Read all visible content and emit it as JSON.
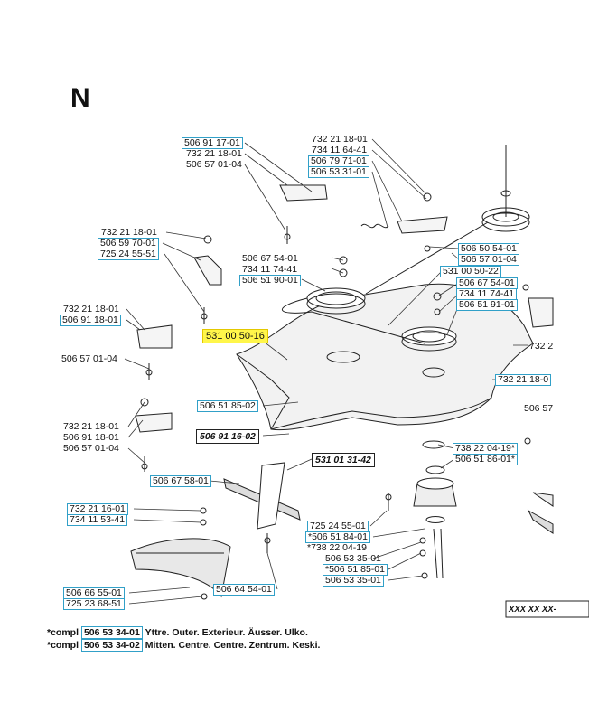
{
  "section_letter": "N",
  "colors": {
    "link_border": "#31a0c8",
    "highlight_fill": "#fff64a",
    "highlight_border": "#e3c800"
  },
  "labels": [
    {
      "id": "l01",
      "text": "506 91 17-01",
      "link": true
    },
    {
      "id": "l02",
      "text": "732 21 18-01",
      "link": false
    },
    {
      "id": "l03",
      "text": "506 57 01-04",
      "link": false
    },
    {
      "id": "l04",
      "text": "732 21 18-01",
      "link": false
    },
    {
      "id": "l05",
      "text": "734 11 64-41",
      "link": false
    },
    {
      "id": "l06",
      "text": "506 79 71-01",
      "link": true
    },
    {
      "id": "l07",
      "text": "506 53 31-01",
      "link": true
    },
    {
      "id": "l08",
      "text": "732 21 18-01",
      "link": false
    },
    {
      "id": "l09",
      "text": "506 59 70-01",
      "link": true
    },
    {
      "id": "l10",
      "text": "725 24 55-51",
      "link": true
    },
    {
      "id": "l11",
      "text": "506 67 54-01",
      "link": false
    },
    {
      "id": "l12",
      "text": "734 11 74-41",
      "link": false
    },
    {
      "id": "l13",
      "text": "506 51 90-01",
      "link": true
    },
    {
      "id": "l14",
      "text": "506 50 54-01",
      "link": true
    },
    {
      "id": "l15",
      "text": "506 57 01-04",
      "link": true
    },
    {
      "id": "l16",
      "text": "531 00 50-22",
      "link": true
    },
    {
      "id": "l17",
      "text": "506 67 54-01",
      "link": true
    },
    {
      "id": "l18",
      "text": "734 11 74-41",
      "link": true
    },
    {
      "id": "l19",
      "text": "506 51 91-01",
      "link": true
    },
    {
      "id": "l20",
      "text": "732 21 18-01",
      "link": false
    },
    {
      "id": "l21",
      "text": "506 91 18-01",
      "link": true
    },
    {
      "id": "l22",
      "text": "531 00 50-16",
      "link": false
    },
    {
      "id": "l23",
      "text": "732 2",
      "link": false
    },
    {
      "id": "l24",
      "text": "506 57 01-04",
      "link": false
    },
    {
      "id": "l25",
      "text": "732 21 18-0",
      "link": true
    },
    {
      "id": "l26",
      "text": "506 51 85-02",
      "link": true
    },
    {
      "id": "l27",
      "text": "506 57",
      "link": false
    },
    {
      "id": "l28",
      "text": "732 21 18-01",
      "link": false
    },
    {
      "id": "l29",
      "text": "506 91 18-01",
      "link": false
    },
    {
      "id": "l30",
      "text": "506 57 01-04",
      "link": false
    },
    {
      "id": "l31",
      "text": "506 91 16-02",
      "link": false
    },
    {
      "id": "l32",
      "text": "738 22 04-19*",
      "link": true
    },
    {
      "id": "l33",
      "text": "506 51 86-01*",
      "link": true
    },
    {
      "id": "l34",
      "text": "531 01 31-42",
      "link": false
    },
    {
      "id": "l35",
      "text": "506 67 58-01",
      "link": true
    },
    {
      "id": "l36",
      "text": "732 21 16-01",
      "link": true
    },
    {
      "id": "l37",
      "text": "734 11 53-41",
      "link": true
    },
    {
      "id": "l38",
      "text": "725 24 55-01",
      "link": true
    },
    {
      "id": "l39",
      "text": "*506 51 84-01",
      "link": true
    },
    {
      "id": "l40",
      "text": "*738 22 04-19",
      "link": false
    },
    {
      "id": "l41",
      "text": "506 53 35-01",
      "link": false
    },
    {
      "id": "l42",
      "text": "*506 51 85-01",
      "link": true
    },
    {
      "id": "l43",
      "text": "506 53 35-01",
      "link": true
    },
    {
      "id": "l44",
      "text": "506 66 55-01",
      "link": true
    },
    {
      "id": "l45",
      "text": "725 23 68-51",
      "link": true
    },
    {
      "id": "l46",
      "text": "506 64 54-01",
      "link": true
    },
    {
      "id": "l47",
      "text": "XXX XX XX-",
      "link": false
    }
  ],
  "footnotes": [
    {
      "prefix": "*compl",
      "part": "506 53 34-01",
      "desc": "Yttre. Outer. Exterieur. Äusser. Ulko."
    },
    {
      "prefix": "*compl",
      "part": "506 53 34-02",
      "desc": "Mitten. Centre. Centre. Zentrum. Keski."
    }
  ]
}
